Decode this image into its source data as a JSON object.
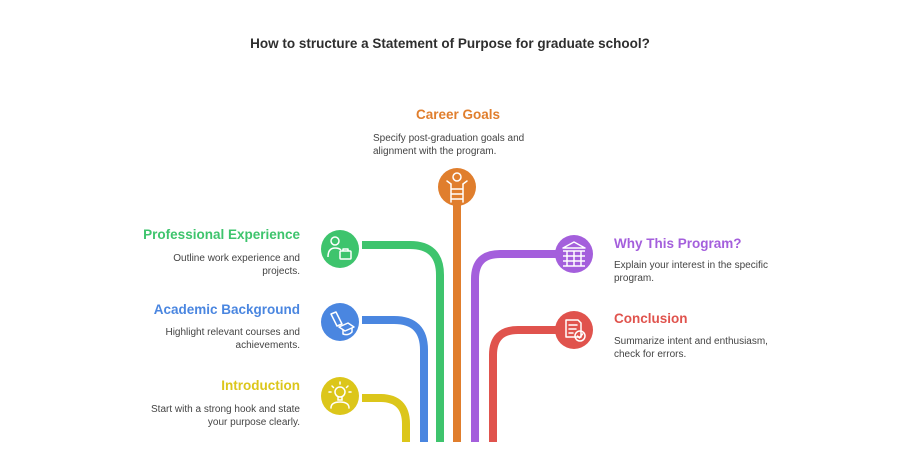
{
  "title": "How to structure a Statement of Purpose for graduate school?",
  "colors": {
    "career": "#e07e2d",
    "professional": "#3ec46d",
    "academic": "#4a86e0",
    "introduction": "#dcc61a",
    "program": "#a45fdc",
    "conclusion": "#e0534d"
  },
  "nodes": {
    "career": {
      "title": "Career Goals",
      "desc_lines": [
        "Specify post-graduation goals and",
        "alignment with the program."
      ],
      "icon": "ladder-goal-icon"
    },
    "professional": {
      "title": "Professional Experience",
      "desc_lines": [
        "Outline work experience and",
        "projects."
      ],
      "icon": "businessperson-briefcase-icon"
    },
    "academic": {
      "title": "Academic Background",
      "desc_lines": [
        "Highlight relevant courses and",
        "achievements."
      ],
      "icon": "diploma-graduation-cap-icon"
    },
    "introduction": {
      "title": "Introduction",
      "desc_lines": [
        "Start with a strong hook and state",
        "your purpose clearly."
      ],
      "icon": "lightbulb-person-icon"
    },
    "program": {
      "title": "Why This Program?",
      "desc_lines": [
        "Explain your interest in the specific",
        "program."
      ],
      "icon": "university-building-icon"
    },
    "conclusion": {
      "title": "Conclusion",
      "desc_lines": [
        "Summarize intent and enthusiasm,",
        "check for errors."
      ],
      "icon": "document-checkmark-icon"
    }
  }
}
